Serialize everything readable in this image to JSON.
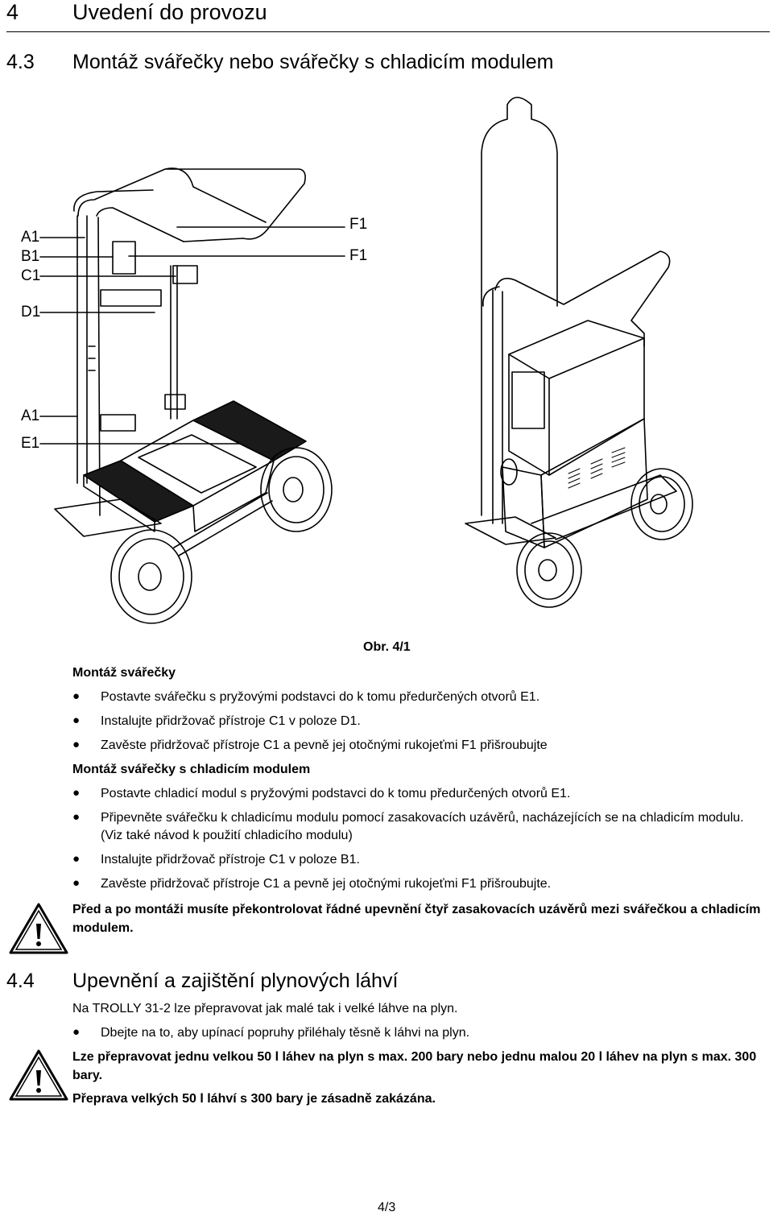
{
  "header": {
    "chapter_num": "4",
    "chapter_title": "Uvedení do provozu",
    "section_num": "4.3",
    "section_title": "Montáž svářečky nebo svářečky s chladicím modulem"
  },
  "figure": {
    "labels_left": [
      "A1",
      "B1",
      "C1",
      "D1",
      "A1",
      "E1"
    ],
    "labels_right": [
      "F1",
      "F1"
    ],
    "caption": "Obr. 4/1"
  },
  "mount_welder": {
    "heading": "Montáž svářečky",
    "bullets": [
      "Postavte svářečku s pryžovými podstavci do k tomu předurčených otvorů E1.",
      "Instalujte přidržovač přístroje C1 v poloze D1.",
      "Zavěste přidržovač přístroje C1 a pevně jej otočnými rukojeťmi F1 přišroubujte"
    ]
  },
  "mount_cooling": {
    "heading": "Montáž svářečky s chladicím modulem",
    "bullets": [
      "Postavte chladicí modul s pryžovými podstavci do k tomu předurčených otvorů E1.",
      "Připevněte svářečku k chladicímu modulu pomocí zasakovacích uzávěrů, nacházejících se na chladicím modulu.",
      "(Viz také návod k použití chladicího modulu)",
      "Instalujte přidržovač přístroje C1 v poloze B1.",
      "Zavěste přidržovač přístroje C1 a pevně jej otočnými rukojeťmi F1 přišroubujte."
    ],
    "warning_line1": "Před a po montáži musíte překontrolovat řádné upevnění čtyř zasakovacích uzávěrů mezi svářečkou a chladicím",
    "warning_line2": "modulem."
  },
  "section44": {
    "num": "4.4",
    "title": "Upevnění a zajištění plynových láhví",
    "intro": "Na TROLLY 31-2 lze přepravovat jak malé tak i velké láhve na plyn.",
    "bullet": "Dbejte na to, aby upínací popruhy přiléhaly těsně k láhvi na plyn.",
    "warning_line1": "Lze přepravovat jednu velkou 50 l láhev na plyn s max. 200 bary nebo jednu malou 20 l láhev na plyn s max. 300",
    "warning_line2": "bary.",
    "warning_line3": "Přeprava velkých 50 l láhví s 300 bary je zásadně zakázána."
  },
  "footer": {
    "page": "4/3"
  },
  "icons": {
    "bullet": "bullet-dot-icon",
    "warning": "warning-triangle-icon"
  }
}
